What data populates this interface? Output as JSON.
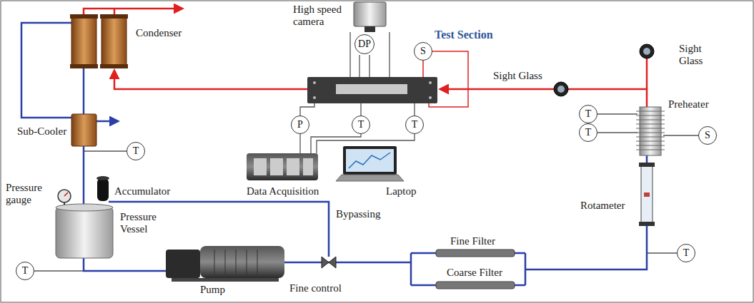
{
  "diagram": {
    "nodes": [
      {
        "text": [
          "DP"
        ]
      },
      {
        "text": [
          "S"
        ]
      },
      {
        "text": [
          "T"
        ]
      },
      {
        "text": [
          "P"
        ]
      },
      {
        "text": [
          "T"
        ]
      },
      {
        "text": [
          "T"
        ]
      },
      {
        "text": [
          "T"
        ]
      },
      {
        "text": [
          "S"
        ]
      },
      {
        "text": [
          "T"
        ]
      },
      {
        "text": [
          "T"
        ]
      },
      {
        "text": [
          "T"
        ]
      }
    ],
    "labels": [
      "High speed camera",
      "Condenser",
      "Test Section",
      "Sight Glass",
      "Sight Glass",
      "Preheater",
      "Sub-Cooler",
      "Data Acquisition",
      "Laptop",
      "Pressure gauge",
      "Accumulator",
      "Rotameter",
      "Bypassing",
      "Pressure Vessel",
      "Fine Filter",
      "Coarse Filter",
      "Fine control",
      "Pump"
    ]
  }
}
